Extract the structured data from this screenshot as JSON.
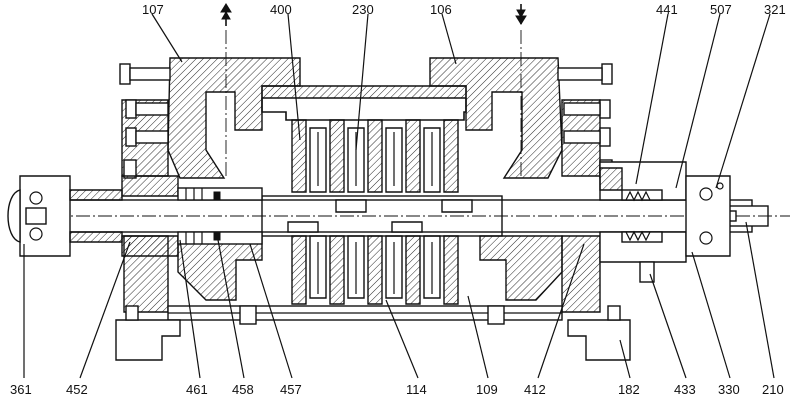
{
  "labels_top": [
    "107",
    "400",
    "230",
    "106",
    "441",
    "507",
    "321"
  ],
  "labels_bottom": [
    "361",
    "452",
    "461",
    "458",
    "457",
    "114",
    "109",
    "412",
    "182",
    "433",
    "330",
    "210"
  ]
}
